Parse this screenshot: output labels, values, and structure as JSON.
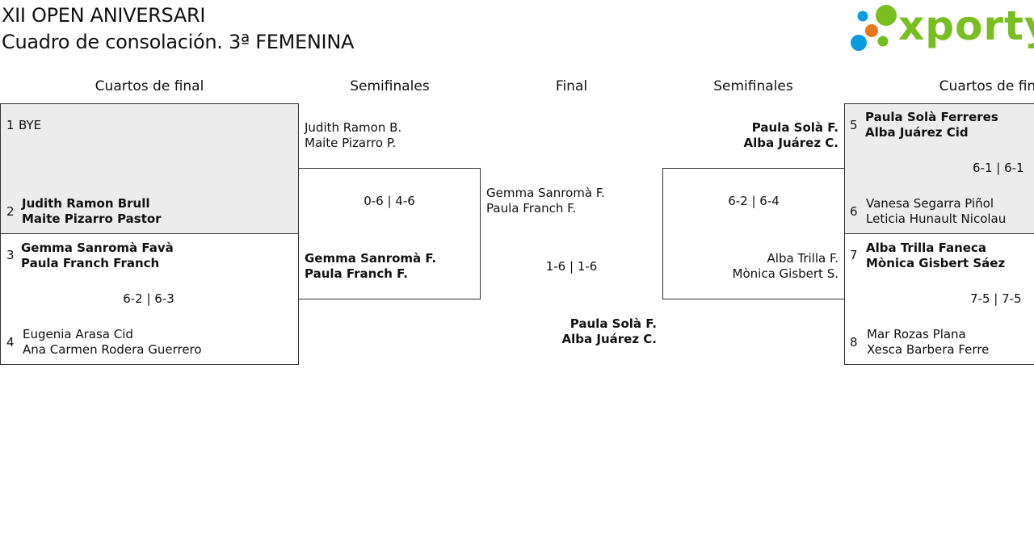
{
  "header": {
    "title_line1": "XII OPEN ANIVERSARI",
    "title_line2": "Cuadro de consolación. 3ª FEMENINA",
    "logo_text": "xporty"
  },
  "colors": {
    "accent_green": "#78be20",
    "dot_blue": "#0a9be3",
    "dot_orange": "#e8761a",
    "grey_box": "#ececec"
  },
  "columns": {
    "qf_left": "Cuartos de final",
    "sf_left": "Semifinales",
    "final": "Final",
    "sf_right": "Semifinales",
    "qf_right": "Cuartos de final"
  },
  "qf_left": {
    "seed1": "1",
    "bye": "BYE",
    "seed2": "2",
    "p2a": "Judith Ramon Brull",
    "p2b": "Maite Pizarro Pastor",
    "seed3": "3",
    "p3a": "Gemma Sanromà Favà",
    "p3b": "Paula Franch Franch",
    "score34": "6-2 | 6-3",
    "seed4": "4",
    "p4a": "Eugenia Arasa Cid",
    "p4b": "Ana Carmen Rodera Guerrero"
  },
  "sf_left": {
    "top_a": "Judith Ramon B.",
    "top_b": "Maite Pizarro P.",
    "score": "0-6 | 4-6",
    "bot_a": "Gemma Sanromà F.",
    "bot_b": "Paula Franch F."
  },
  "final": {
    "left_a": "Gemma Sanromà F.",
    "left_b": "Paula Franch F.",
    "score": "1-6 | 1-6",
    "winner_a": "Paula Solà F.",
    "winner_b": "Alba Juárez C."
  },
  "sf_right": {
    "top_a": "Paula Solà F.",
    "top_b": "Alba Juárez C.",
    "score": "6-2 | 6-4",
    "bot_a": "Alba Trilla F.",
    "bot_b": "Mònica Gisbert S."
  },
  "qf_right": {
    "seed5": "5",
    "p5a": "Paula Solà Ferreres",
    "p5b": "Alba Juárez Cid",
    "score56": "6-1 | 6-1",
    "seed6": "6",
    "p6a": "Vanesa Segarra Piñol",
    "p6b": "Leticia Hunault Nicolau",
    "seed7": "7",
    "p7a": "Alba Trilla Faneca",
    "p7b": "Mònica Gisbert Sáez",
    "score78": "7-5 | 7-5",
    "seed8": "8",
    "p8a": "Mar Rozas Plana",
    "p8b": "Xesca Barbera Ferre"
  }
}
